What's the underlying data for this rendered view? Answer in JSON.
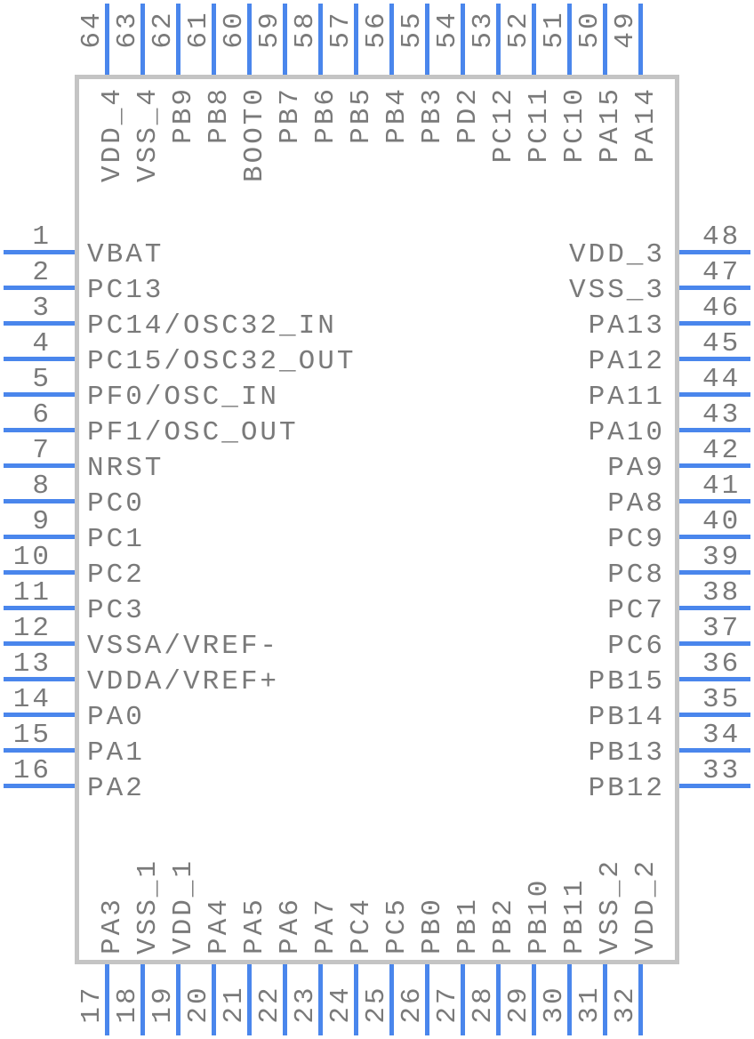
{
  "diagram": {
    "kind": "ic-pinout-symbol",
    "pin_count": 64
  },
  "colors": {
    "pin": "#4a86ec",
    "text": "#7a7a7a",
    "body_border": "#c4c4c4",
    "background": "#ffffff"
  },
  "pins": {
    "left": [
      {
        "number": "1",
        "name": "VBAT"
      },
      {
        "number": "2",
        "name": "PC13"
      },
      {
        "number": "3",
        "name": "PC14/OSC32_IN"
      },
      {
        "number": "4",
        "name": "PC15/OSC32_OUT"
      },
      {
        "number": "5",
        "name": "PF0/OSC_IN"
      },
      {
        "number": "6",
        "name": "PF1/OSC_OUT"
      },
      {
        "number": "7",
        "name": "NRST"
      },
      {
        "number": "8",
        "name": "PC0"
      },
      {
        "number": "9",
        "name": "PC1"
      },
      {
        "number": "10",
        "name": "PC2"
      },
      {
        "number": "11",
        "name": "PC3"
      },
      {
        "number": "12",
        "name": "VSSA/VREF-"
      },
      {
        "number": "13",
        "name": "VDDA/VREF+"
      },
      {
        "number": "14",
        "name": "PA0"
      },
      {
        "number": "15",
        "name": "PA1"
      },
      {
        "number": "16",
        "name": "PA2"
      }
    ],
    "bottom": [
      {
        "number": "17",
        "name": "PA3"
      },
      {
        "number": "18",
        "name": "VSS_1"
      },
      {
        "number": "19",
        "name": "VDD_1"
      },
      {
        "number": "20",
        "name": "PA4"
      },
      {
        "number": "21",
        "name": "PA5"
      },
      {
        "number": "22",
        "name": "PA6"
      },
      {
        "number": "23",
        "name": "PA7"
      },
      {
        "number": "24",
        "name": "PC4"
      },
      {
        "number": "25",
        "name": "PC5"
      },
      {
        "number": "26",
        "name": "PB0"
      },
      {
        "number": "27",
        "name": "PB1"
      },
      {
        "number": "28",
        "name": "PB2"
      },
      {
        "number": "29",
        "name": "PB10"
      },
      {
        "number": "30",
        "name": "PB11"
      },
      {
        "number": "31",
        "name": "VSS_2"
      },
      {
        "number": "32",
        "name": "VDD_2"
      }
    ],
    "right": [
      {
        "number": "48",
        "name": "VDD_3"
      },
      {
        "number": "47",
        "name": "VSS_3"
      },
      {
        "number": "46",
        "name": "PA13"
      },
      {
        "number": "45",
        "name": "PA12"
      },
      {
        "number": "44",
        "name": "PA11"
      },
      {
        "number": "43",
        "name": "PA10"
      },
      {
        "number": "42",
        "name": "PA9"
      },
      {
        "number": "41",
        "name": "PA8"
      },
      {
        "number": "40",
        "name": "PC9"
      },
      {
        "number": "39",
        "name": "PC8"
      },
      {
        "number": "38",
        "name": "PC7"
      },
      {
        "number": "37",
        "name": "PC6"
      },
      {
        "number": "36",
        "name": "PB15"
      },
      {
        "number": "35",
        "name": "PB14"
      },
      {
        "number": "34",
        "name": "PB13"
      },
      {
        "number": "33",
        "name": "PB12"
      }
    ],
    "top": [
      {
        "number": "64",
        "name": "VDD_4"
      },
      {
        "number": "63",
        "name": "VSS_4"
      },
      {
        "number": "62",
        "name": "PB9"
      },
      {
        "number": "61",
        "name": "PB8"
      },
      {
        "number": "60",
        "name": "BOOT0"
      },
      {
        "number": "59",
        "name": "PB7"
      },
      {
        "number": "58",
        "name": "PB6"
      },
      {
        "number": "57",
        "name": "PB5"
      },
      {
        "number": "56",
        "name": "PB4"
      },
      {
        "number": "55",
        "name": "PB3"
      },
      {
        "number": "54",
        "name": "PD2"
      },
      {
        "number": "53",
        "name": "PC12"
      },
      {
        "number": "52",
        "name": "PC11"
      },
      {
        "number": "51",
        "name": "PC10"
      },
      {
        "number": "50",
        "name": "PA15"
      },
      {
        "number": "49",
        "name": "PA14"
      }
    ]
  }
}
